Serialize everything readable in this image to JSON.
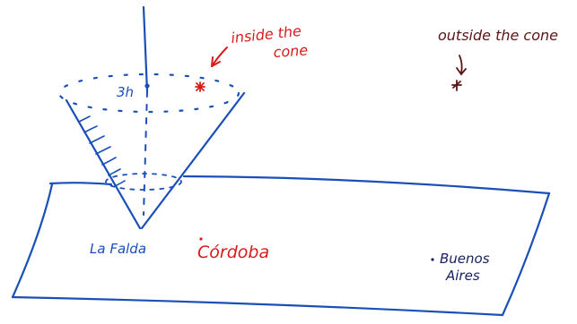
{
  "labels": {
    "height": "3h",
    "inside_note_line1": "inside the",
    "inside_note_line2": "cone",
    "outside_note": "outside the cone",
    "la_falda": "La Falda",
    "cordoba": "Córdoba",
    "buenos_aires_line1": "Buenos",
    "buenos_aires_line2": "Aires"
  },
  "colors": {
    "ink_blue": "#1a4fb8",
    "ink_red": "#d81b1b",
    "ink_dark": "#5a1515",
    "ink_navy": "#17205c"
  }
}
